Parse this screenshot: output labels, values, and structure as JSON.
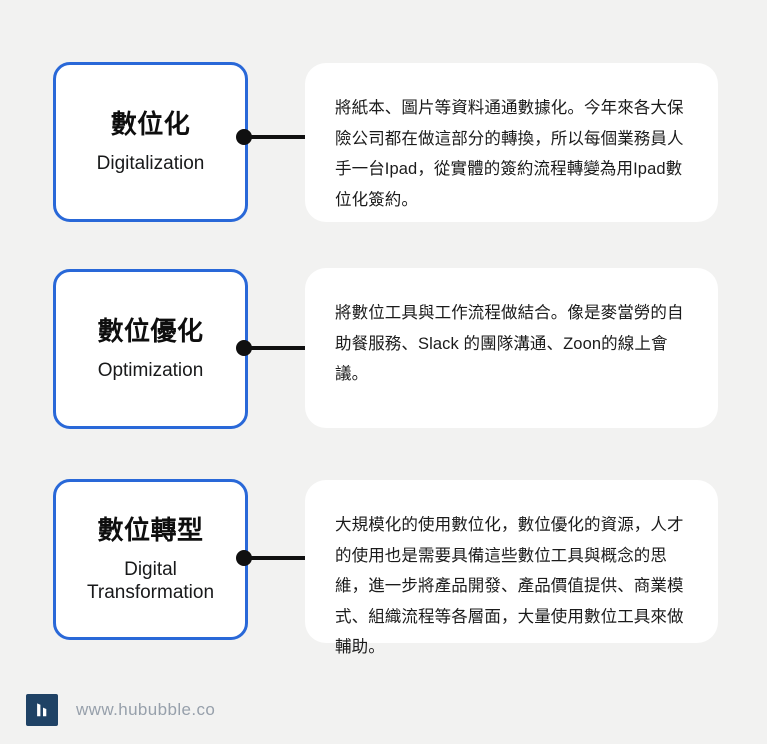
{
  "background_color": "#f2f2f1",
  "accent_color": "#2968d8",
  "connector_color": "#101010",
  "panel_color": "#ffffff",
  "stages": [
    {
      "title_zh": "數位化",
      "title_en": "Digitalization",
      "description": "將紙本、圖片等資料通通數據化。今年來各大保險公司都在做這部分的轉換，所以每個業務員人手一台Ipad，從實體的簽約流程轉變為用Ipad數位化簽約。"
    },
    {
      "title_zh": "數位優化",
      "title_en": "Optimization",
      "description": "將數位工具與工作流程做結合。像是麥當勞的自助餐服務、Slack 的團隊溝通、Zoon的線上會議。"
    },
    {
      "title_zh": "數位轉型",
      "title_en": "Digital Transformation",
      "description": "大規模化的使用數位化，數位優化的資源，人才的使用也是需要具備這些數位工具與概念的思維，進一步將產品開發、產品價值提供、商業模式、組織流程等各層面，大量使用數位工具來做輔助。"
    }
  ],
  "footer": {
    "url": "www.hububble.co",
    "logo_color": "#1f4265",
    "url_color": "#97a0ab"
  }
}
